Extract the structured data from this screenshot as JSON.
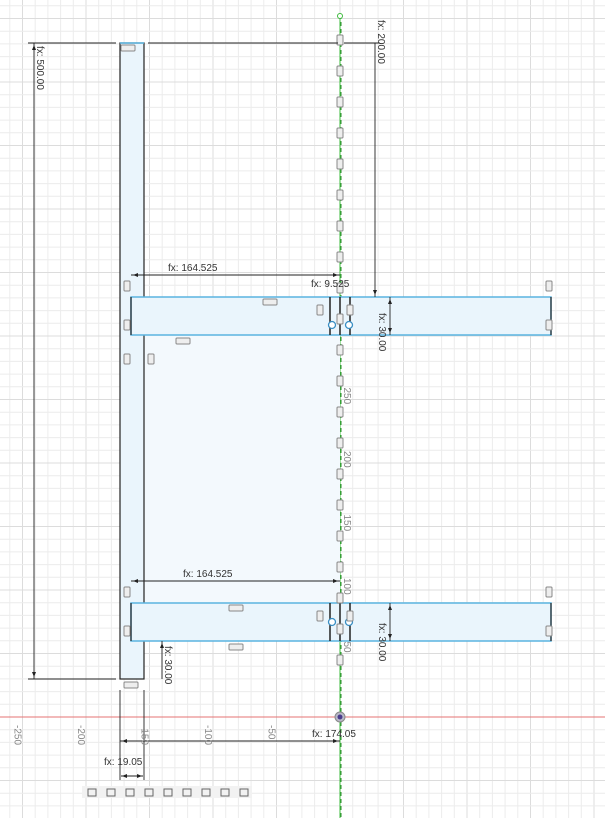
{
  "canvas": {
    "title": "",
    "colors": {
      "x_axis": "#e57373",
      "y_axis": "#3dbb3d",
      "profile_fill": "#eaf5fc",
      "profile_edge": "#5ab4e0",
      "line": "#222222",
      "grid": "#e6e6e6"
    }
  },
  "x_axis_labels": [
    "-250",
    "-200",
    "-150",
    "-100",
    "-50"
  ],
  "y_axis_labels": [
    "250",
    "200",
    "150",
    "100",
    "50"
  ],
  "dimensions": {
    "height_500": "fx: 500.00",
    "top_200": "fx: 200.00",
    "upper_width": "fx: 164.525",
    "upper_small": "fx: 9.525",
    "upper_thickness": "fx: 30.00",
    "lower_width": "fx: 164.525",
    "lower_thickness": "fx: 30.00",
    "bottom_offset": "fx: 30.00",
    "offset_174": "fx: 174.05",
    "width_19": "fx: 19.05"
  },
  "toolbar": {
    "icons": [
      "move-icon",
      "pan-icon",
      "orbit-icon",
      "look-icon",
      "zoom-icon",
      "fit-icon",
      "display-icon",
      "grid-icon",
      "viewport-icon"
    ]
  }
}
